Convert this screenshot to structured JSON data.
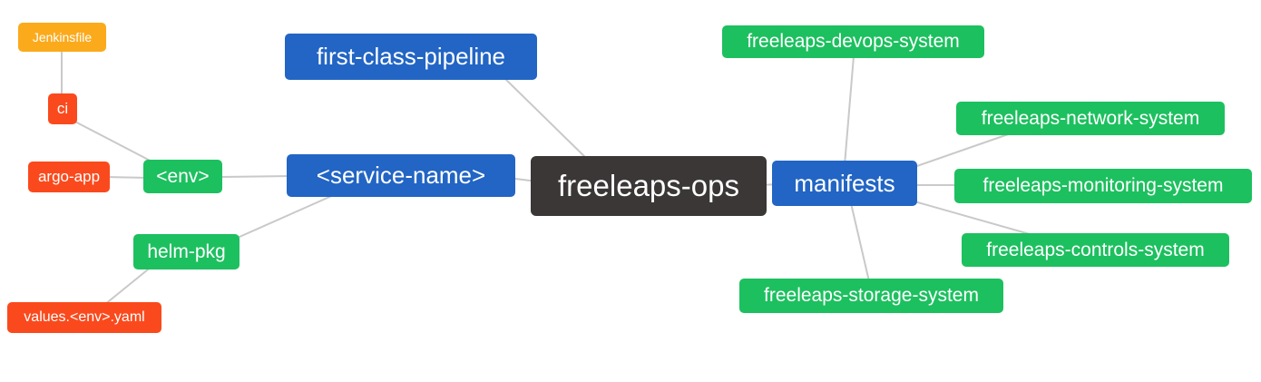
{
  "diagram": {
    "type": "mindmap",
    "background": "#ffffff",
    "colors": {
      "root_bg": "#3b3737",
      "branch_bg": "#2265c4",
      "leaf_green_bg": "#1dc05f",
      "leaf_red_bg": "#fa4a1d",
      "leaf_orange_bg": "#fbaa1c",
      "edge": "#c9c9c9",
      "text": "#ffffff"
    }
  },
  "nodes": {
    "freeleaps_ops": {
      "label": "freeleaps-ops"
    },
    "first_class_pipeline": {
      "label": "first-class-pipeline"
    },
    "service_name": {
      "label": "<service-name>"
    },
    "manifests": {
      "label": "manifests"
    },
    "env": {
      "label": "<env>"
    },
    "helm_pkg": {
      "label": "helm-pkg"
    },
    "ci": {
      "label": "ci"
    },
    "argo_app": {
      "label": "argo-app"
    },
    "jenkinsfile": {
      "label": "Jenkinsfile"
    },
    "values_env_yaml": {
      "label": "values.<env>.yaml"
    },
    "devops_system": {
      "label": "freeleaps-devops-system"
    },
    "network_system": {
      "label": "freeleaps-network-system"
    },
    "monitoring_system": {
      "label": "freeleaps-monitoring-system"
    },
    "controls_system": {
      "label": "freeleaps-controls-system"
    },
    "storage_system": {
      "label": "freeleaps-storage-system"
    }
  },
  "edges": [
    {
      "from": "freeleaps_ops",
      "to": "first_class_pipeline"
    },
    {
      "from": "freeleaps_ops",
      "to": "service_name"
    },
    {
      "from": "freeleaps_ops",
      "to": "manifests"
    },
    {
      "from": "service_name",
      "to": "env"
    },
    {
      "from": "service_name",
      "to": "helm_pkg"
    },
    {
      "from": "env",
      "to": "ci"
    },
    {
      "from": "env",
      "to": "argo_app"
    },
    {
      "from": "ci",
      "to": "jenkinsfile"
    },
    {
      "from": "helm_pkg",
      "to": "values_env_yaml"
    },
    {
      "from": "manifests",
      "to": "devops_system"
    },
    {
      "from": "manifests",
      "to": "network_system"
    },
    {
      "from": "manifests",
      "to": "monitoring_system"
    },
    {
      "from": "manifests",
      "to": "controls_system"
    },
    {
      "from": "manifests",
      "to": "storage_system"
    }
  ]
}
